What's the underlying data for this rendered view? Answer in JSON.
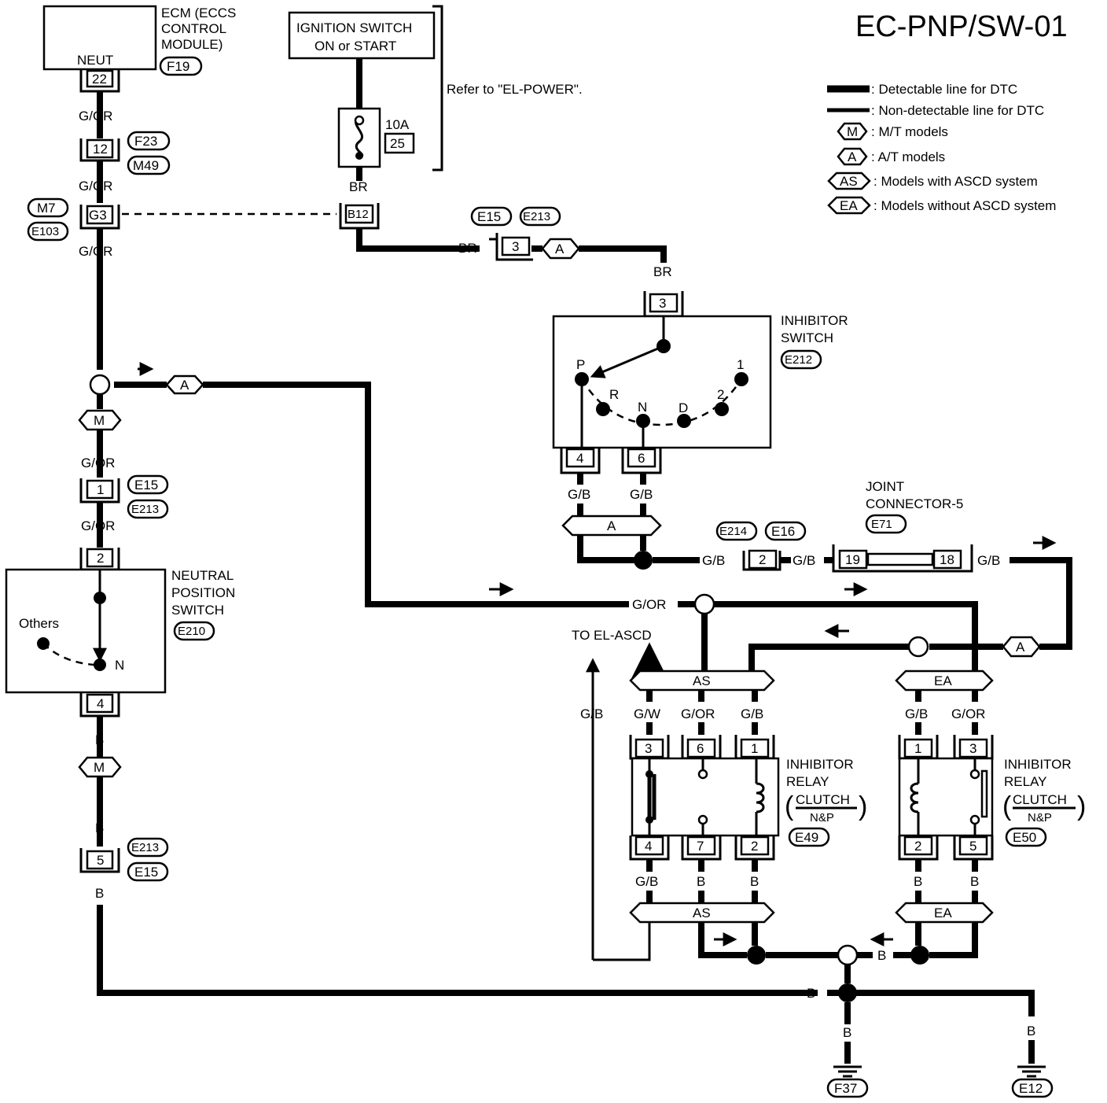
{
  "title": "EC-PNP/SW-01",
  "legend": [
    {
      "symbol": "",
      "text": ": Detectable line for DTC"
    },
    {
      "symbol": "",
      "text": ": Non-detectable line for DTC"
    },
    {
      "symbol": "M",
      "text": ": M/T models"
    },
    {
      "symbol": "A",
      "text": ": A/T models"
    },
    {
      "symbol": "AS",
      "text": ": Models with ASCD system"
    },
    {
      "symbol": "EA",
      "text": ": Models without ASCD system"
    }
  ],
  "ecm": {
    "line1": "ECM (ECCS",
    "line2": "CONTROL",
    "line3": "MODULE)",
    "terminal_name": "NEUT",
    "pin": "22",
    "connector": "F19"
  },
  "ignition": {
    "line1": "IGNITION SWITCH",
    "line2": "ON or START",
    "note": "Refer to \"EL-POWER\".",
    "fuse_amp": "10A",
    "fuse_no": "25"
  },
  "wires": {
    "g_or": "G/OR",
    "br": "BR",
    "g_b": "G/B",
    "g_w": "G/W",
    "b": "B"
  },
  "connectors": {
    "c12": "12",
    "f23": "F23",
    "m49": "M49",
    "g3": "G3",
    "m7": "M7",
    "e103": "E103",
    "b12": "B12",
    "c3": "3",
    "e15": "E15",
    "e213": "E213",
    "c1": "1",
    "c5": "5",
    "c2": "2",
    "e214": "E214",
    "e16": "E16"
  },
  "inhibitor_switch": {
    "line1": "INHIBITOR",
    "line2": "SWITCH",
    "connector": "E212",
    "pin_top": "3",
    "pin_left": "4",
    "pin_right": "6",
    "pos_p": "P",
    "pos_r": "R",
    "pos_n": "N",
    "pos_d": "D",
    "pos_2": "2",
    "pos_1": "1"
  },
  "neutral_switch": {
    "line1": "NEUTRAL",
    "line2": "POSITION",
    "line3": "SWITCH",
    "connector": "E210",
    "pin_top": "2",
    "pin_bottom": "4",
    "others": "Others",
    "n": "N"
  },
  "joint": {
    "line1": "JOINT",
    "line2": "CONNECTOR-5",
    "connector": "E71",
    "pin_left": "19",
    "pin_right": "18"
  },
  "to_ascd": "TO EL-ASCD",
  "relay_e49": {
    "line1": "INHIBITOR",
    "line2": "RELAY",
    "sub1": "CLUTCH",
    "sub2": "N&P",
    "connector": "E49",
    "top_pins": [
      "3",
      "6",
      "1"
    ],
    "bottom_pins": [
      "4",
      "7",
      "2"
    ]
  },
  "relay_e50": {
    "line1": "INHIBITOR",
    "line2": "RELAY",
    "sub1": "CLUTCH",
    "sub2": "N&P",
    "connector": "E50",
    "top_pins": [
      "1",
      "3"
    ],
    "bottom_pins": [
      "2",
      "5"
    ]
  },
  "model_tags": {
    "m": "M",
    "a": "A",
    "as": "AS",
    "ea": "EA"
  },
  "grounds": {
    "f37": "F37",
    "e12": "E12"
  }
}
